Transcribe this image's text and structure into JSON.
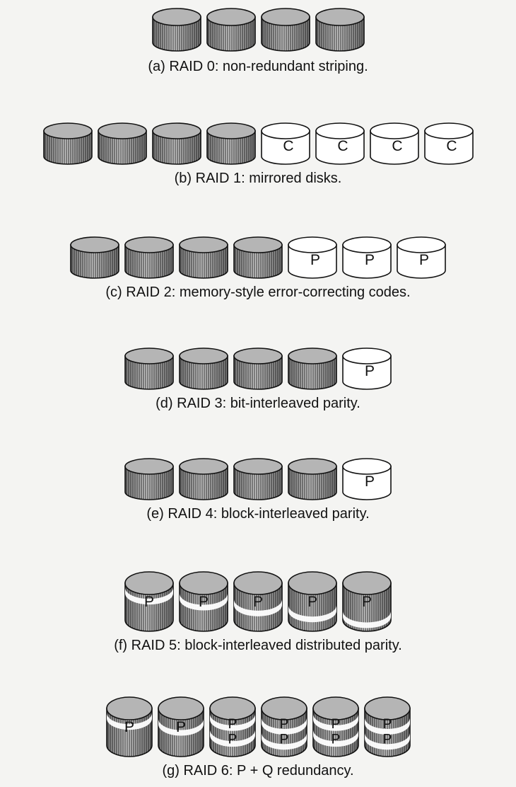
{
  "figure": {
    "levels": [
      {
        "id": "a",
        "caption": "(a) RAID 0: non-redundant striping.",
        "disks": [
          {
            "type": "data"
          },
          {
            "type": "data"
          },
          {
            "type": "data"
          },
          {
            "type": "data"
          }
        ]
      },
      {
        "id": "b",
        "caption": "(b) RAID 1: mirrored disks.",
        "disks": [
          {
            "type": "data"
          },
          {
            "type": "data"
          },
          {
            "type": "data"
          },
          {
            "type": "data"
          },
          {
            "type": "check",
            "label": "C"
          },
          {
            "type": "check",
            "label": "C"
          },
          {
            "type": "check",
            "label": "C"
          },
          {
            "type": "check",
            "label": "C"
          }
        ]
      },
      {
        "id": "c",
        "caption": "(c) RAID 2: memory-style error-correcting codes.",
        "disks": [
          {
            "type": "data"
          },
          {
            "type": "data"
          },
          {
            "type": "data"
          },
          {
            "type": "data"
          },
          {
            "type": "check",
            "label": "P"
          },
          {
            "type": "check",
            "label": "P"
          },
          {
            "type": "check",
            "label": "P"
          }
        ]
      },
      {
        "id": "d",
        "caption": "(d) RAID 3: bit-interleaved parity.",
        "disks": [
          {
            "type": "data"
          },
          {
            "type": "data"
          },
          {
            "type": "data"
          },
          {
            "type": "data"
          },
          {
            "type": "check",
            "label": "P"
          }
        ]
      },
      {
        "id": "e",
        "caption": "(e) RAID 4: block-interleaved parity.",
        "disks": [
          {
            "type": "data"
          },
          {
            "type": "data"
          },
          {
            "type": "data"
          },
          {
            "type": "data"
          },
          {
            "type": "check",
            "label": "P"
          }
        ]
      },
      {
        "id": "f",
        "caption": "(f) RAID 5: block-interleaved distributed parity.",
        "disks": [
          {
            "type": "striped",
            "label": "P"
          },
          {
            "type": "striped",
            "label": "P"
          },
          {
            "type": "striped",
            "label": "P"
          },
          {
            "type": "striped",
            "label": "P"
          },
          {
            "type": "striped",
            "label": "P"
          }
        ]
      },
      {
        "id": "g",
        "caption": "(g) RAID 6: P + Q redundancy.",
        "disks": [
          {
            "type": "striped",
            "label": "P"
          },
          {
            "type": "striped",
            "label": "P"
          },
          {
            "type": "striped2",
            "label": "P"
          },
          {
            "type": "striped2",
            "label": "P"
          },
          {
            "type": "striped2",
            "label": "P"
          },
          {
            "type": "striped2",
            "label": "P"
          }
        ]
      }
    ]
  },
  "colors": {
    "data_disk": "#8a8a8a",
    "check_disk": "#ffffff",
    "outline": "#111111"
  }
}
